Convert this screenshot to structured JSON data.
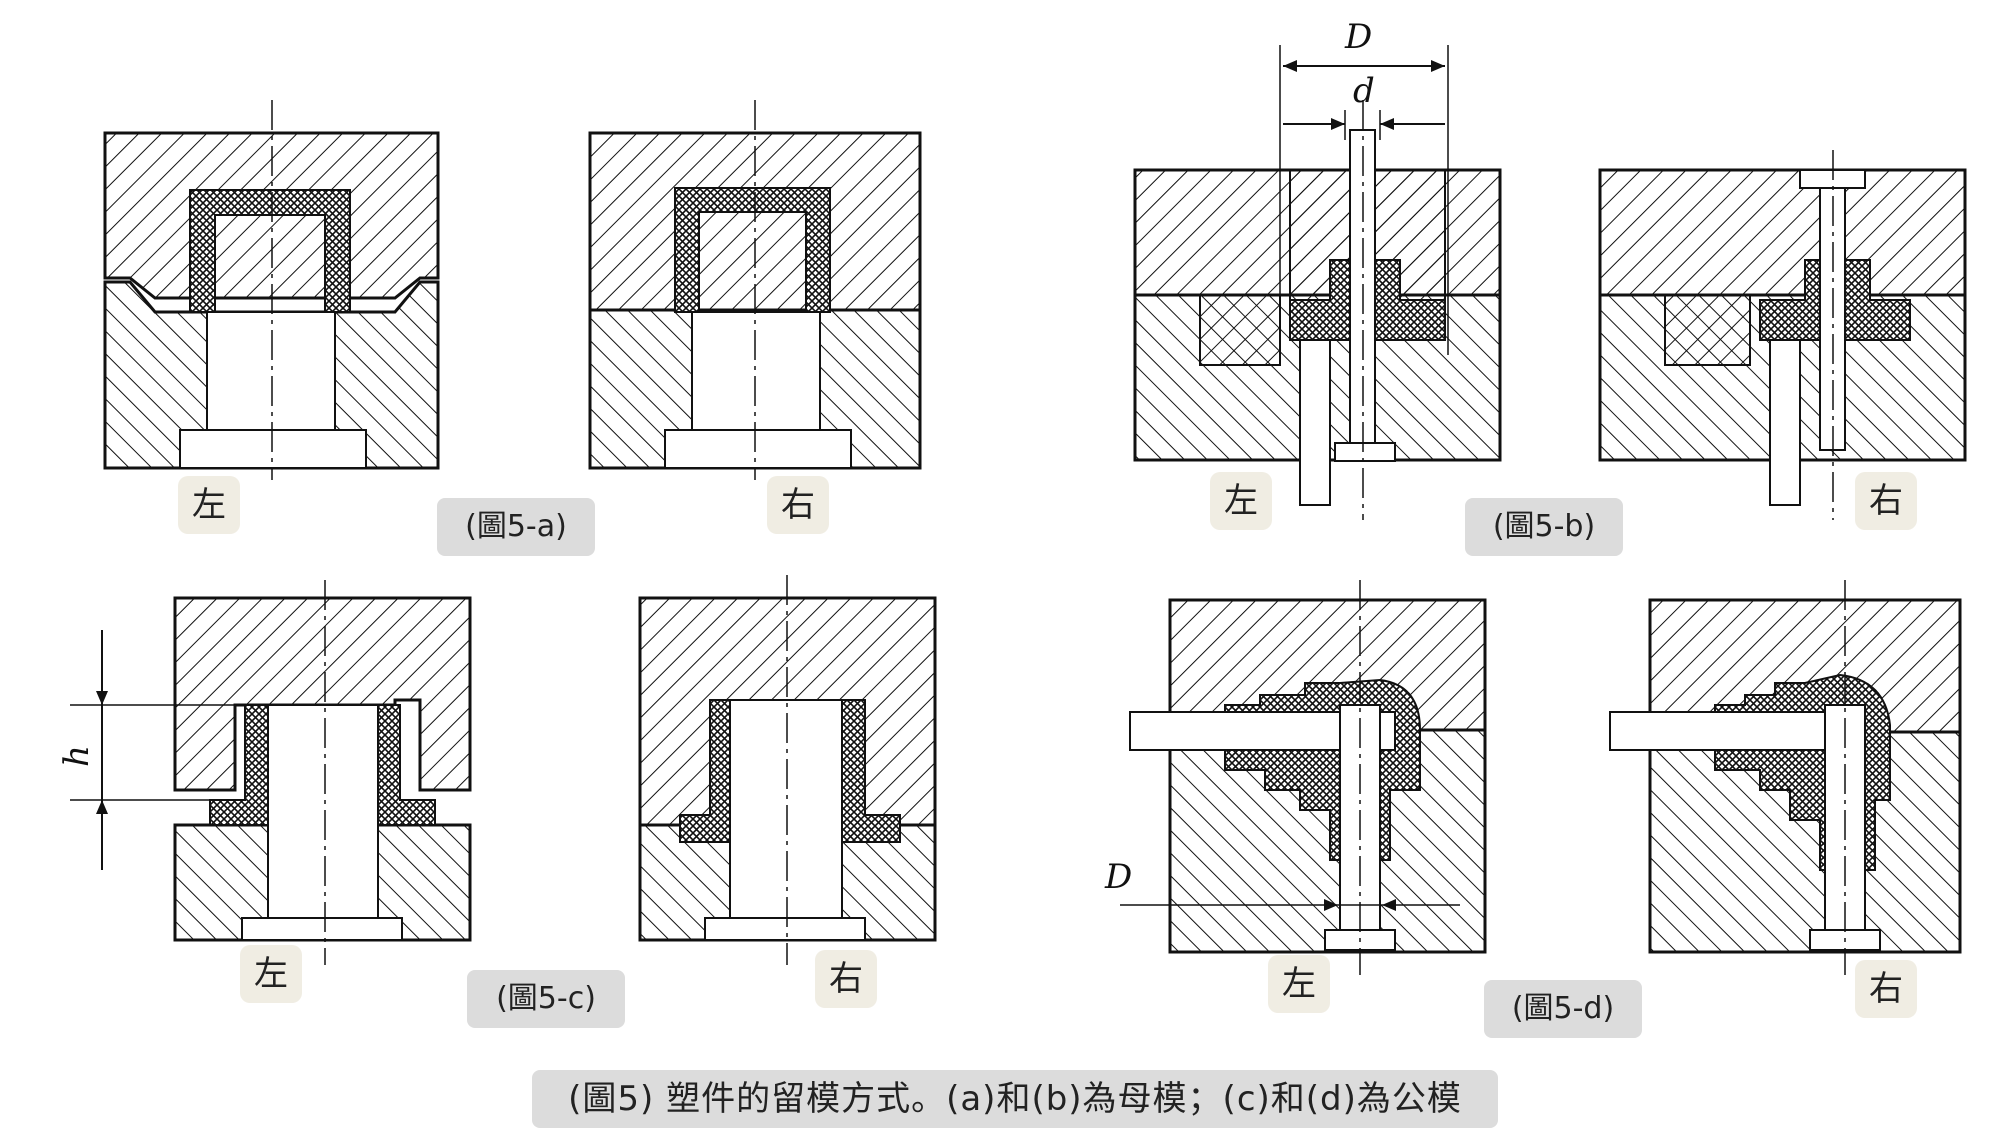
{
  "labels": {
    "left": "左",
    "right": "右"
  },
  "captions": {
    "a": "(圖5-a)",
    "b": "(圖5-b)",
    "c": "(圖5-c)",
    "d": "(圖5-d)",
    "main": "(圖5) 塑件的留模方式。(a)和(b)為母模；(c)和(d)為公模"
  },
  "dimensions": {
    "D_upper": "D",
    "d_upper": "d",
    "h": "h",
    "D_lower": "D"
  },
  "colors": {
    "hatch": "#111111",
    "label_bg": "#f0ede3",
    "caption_bg": "#dcdcdc"
  }
}
